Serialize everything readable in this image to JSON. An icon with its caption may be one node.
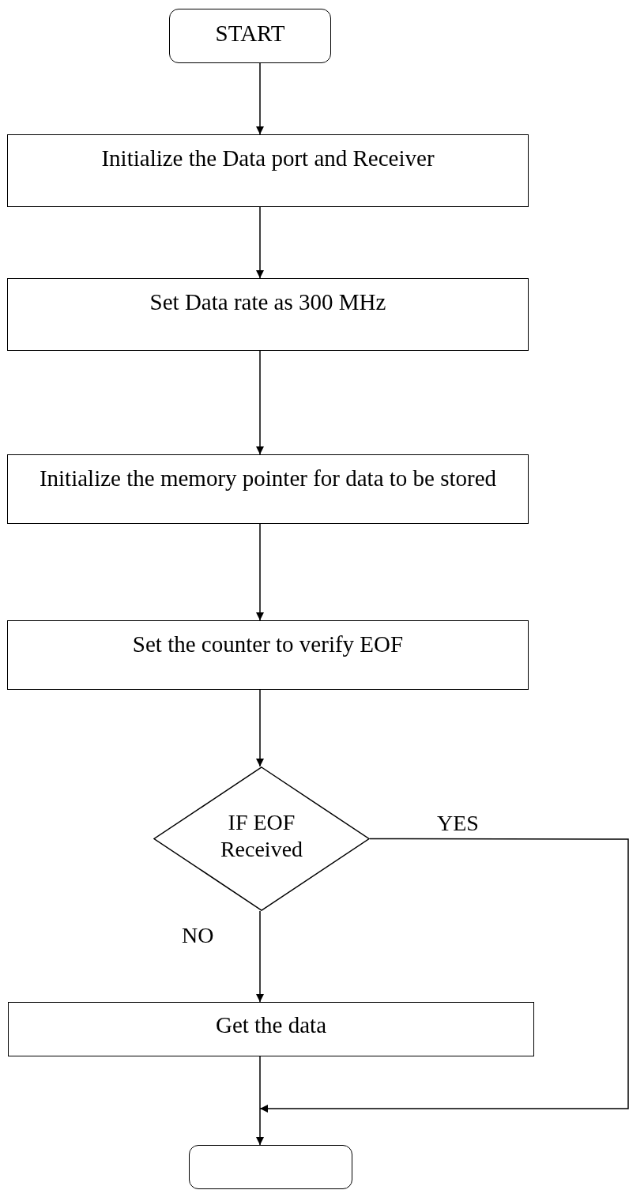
{
  "diagram": {
    "nodes": [
      {
        "text": [
          "START"
        ]
      },
      {
        "text": [
          "Initialize the Data port and Receiver"
        ]
      },
      {
        "text": [
          "Set Data rate as 300 MHz"
        ]
      },
      {
        "text": [
          "Initialize the memory pointer for data to be stored"
        ]
      },
      {
        "text": [
          "Set the counter to verify EOF"
        ]
      },
      {
        "text": [
          "IF EOF Received"
        ]
      },
      {
        "text": [
          "Get the data"
        ]
      },
      {
        "text": [],
        "shape": "box"
      }
    ],
    "edges": [
      {
        "from": 0,
        "to": 1,
        "arrow": "to"
      },
      {
        "from": 1,
        "to": 2,
        "arrow": "to"
      },
      {
        "from": 2,
        "to": 3,
        "arrow": "to"
      },
      {
        "from": 3,
        "to": 4,
        "arrow": "to"
      },
      {
        "from": 4,
        "to": 5,
        "arrow": "to"
      },
      {
        "from": 5,
        "to": 6,
        "arrow": "to",
        "label": "NO"
      },
      {
        "from": 5,
        "to": 7,
        "arrow": "to",
        "label": "YES"
      },
      {
        "from": 6,
        "to": 7,
        "arrow": "to"
      }
    ]
  }
}
